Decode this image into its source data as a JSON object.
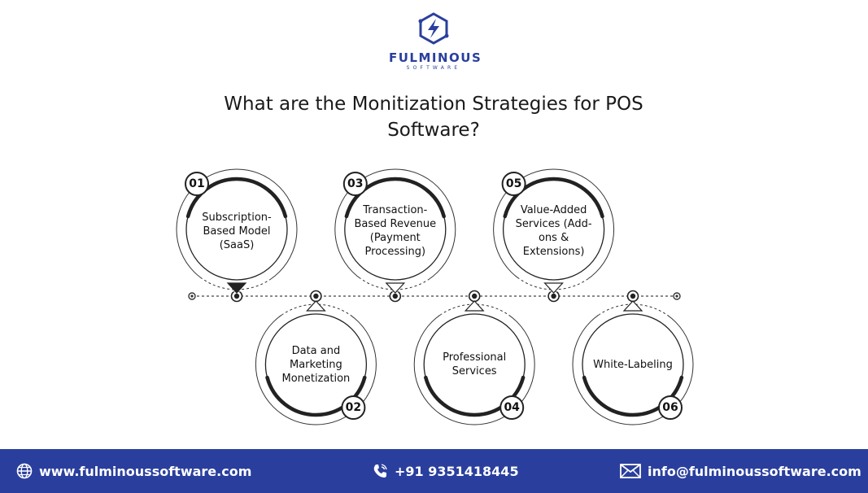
{
  "brand": {
    "name": "FULMINOUS",
    "tagline": "SOFTWARE",
    "color": "#2a3f9d"
  },
  "title": "What are the Monitization Strategies for POS Software?",
  "steps": [
    {
      "number": "01",
      "label": "Subscription-Based Model (SaaS)",
      "position": "top"
    },
    {
      "number": "02",
      "label": "Data and Marketing Monetization",
      "position": "bottom"
    },
    {
      "number": "03",
      "label": "Transaction-Based Revenue (Payment Processing)",
      "position": "top"
    },
    {
      "number": "04",
      "label": "Professional Services",
      "position": "bottom"
    },
    {
      "number": "05",
      "label": "Value-Added Services (Add-ons & Extensions)",
      "position": "top"
    },
    {
      "number": "06",
      "label": "White-Labeling",
      "position": "bottom"
    }
  ],
  "footer": {
    "website": "www.fulminoussoftware.com",
    "phone": "+91 9351418445",
    "email": "info@fulminoussoftware.com",
    "icons": {
      "website": "globe-icon",
      "phone": "phone-icon",
      "email": "mail-icon"
    }
  }
}
